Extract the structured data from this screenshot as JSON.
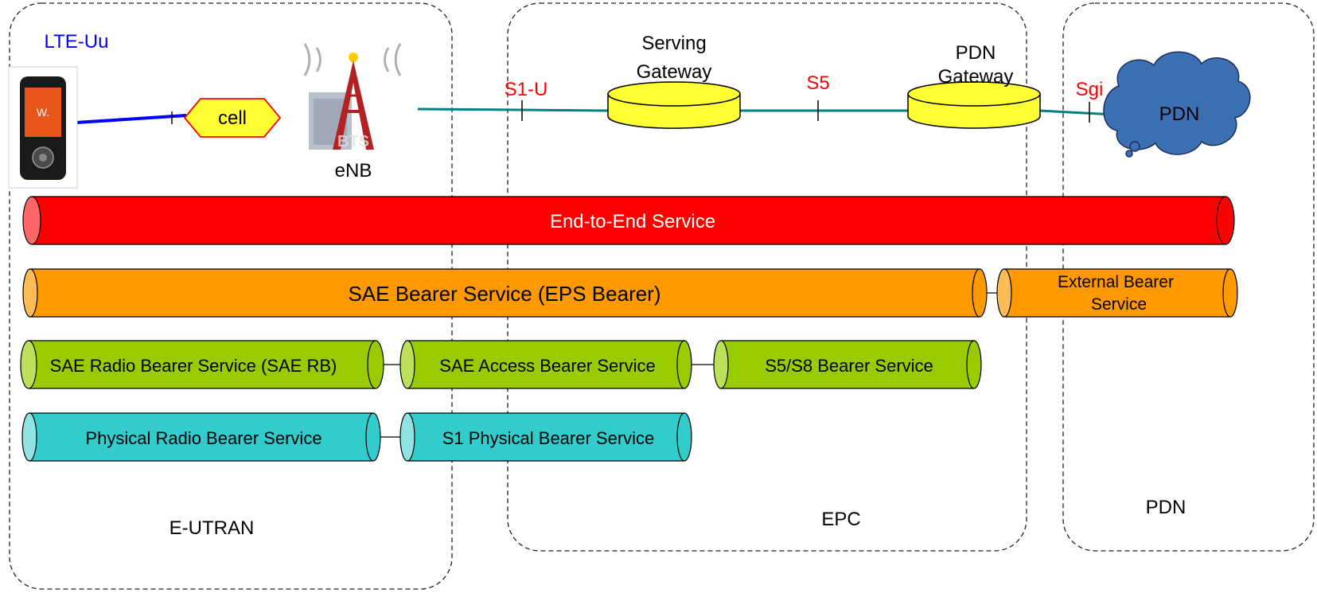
{
  "domains": {
    "eutran": "E-UTRAN",
    "epc": "EPC",
    "pdn": "PDN"
  },
  "nodes": {
    "ue_interface": "LTE-Uu",
    "cell": "cell",
    "enb": "eNB",
    "bts_text": "BTS",
    "serving_gateway": [
      "Serving",
      "Gateway"
    ],
    "pdn_gateway": [
      "PDN",
      "Gateway"
    ],
    "pdn_cloud": "PDN"
  },
  "interfaces": {
    "s1u": "S1-U",
    "s5": "S5",
    "sgi": "Sgi"
  },
  "bearers": {
    "end_to_end": "End-to-End Service",
    "sae": "SAE Bearer Service (EPS Bearer)",
    "external": [
      "External Bearer",
      "Service"
    ],
    "sae_radio": "SAE Radio Bearer Service (SAE RB)",
    "sae_access": "SAE Access Bearer Service",
    "s5s8": "S5/S8 Bearer Service",
    "physical_radio": "Physical Radio Bearer Service",
    "s1_physical": "S1 Physical Bearer Service"
  },
  "colors": {
    "end_to_end": "#ff0000",
    "sae": "#ff9900",
    "green": "#99cc00",
    "cyan": "#33cccc",
    "gateway": "#ffff33",
    "cloud": "#3d6fb3",
    "interface_label": "#ff0000",
    "radio_label": "#0000ff",
    "link": "#008080"
  }
}
